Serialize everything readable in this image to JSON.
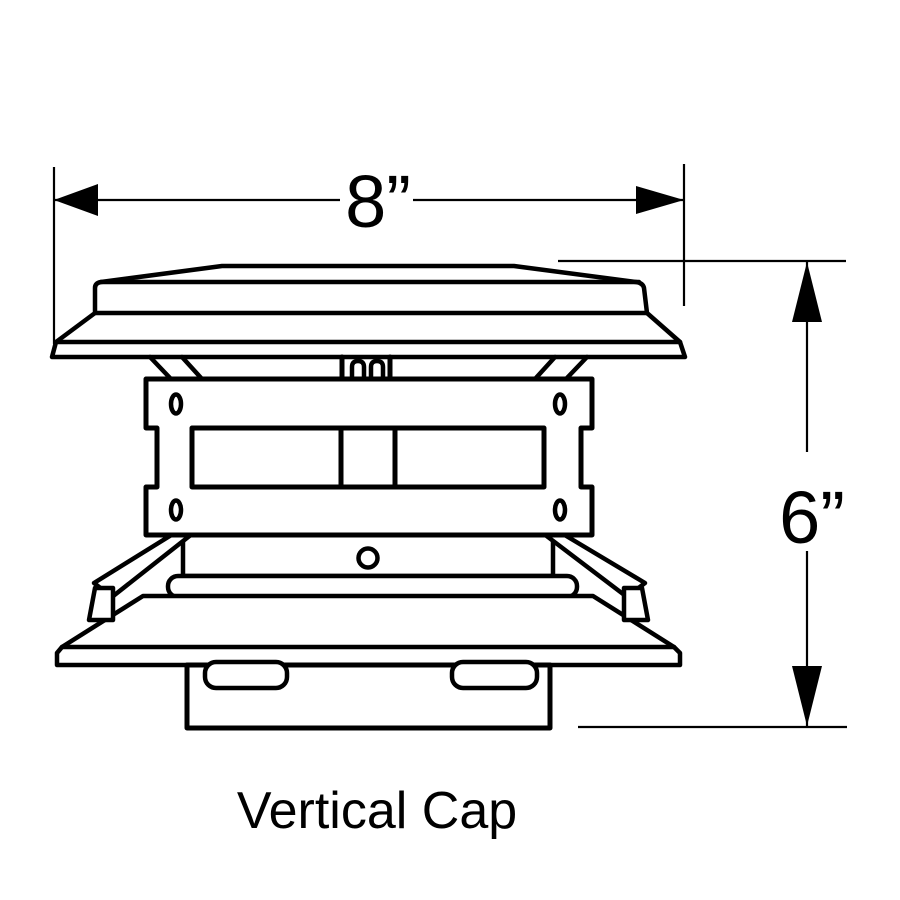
{
  "diagram": {
    "caption": "Vertical Cap",
    "dimensions": {
      "width_label": "8”",
      "height_label": "6”"
    },
    "colors": {
      "line": "#000000",
      "background": "#ffffff",
      "text": "#000000"
    }
  }
}
